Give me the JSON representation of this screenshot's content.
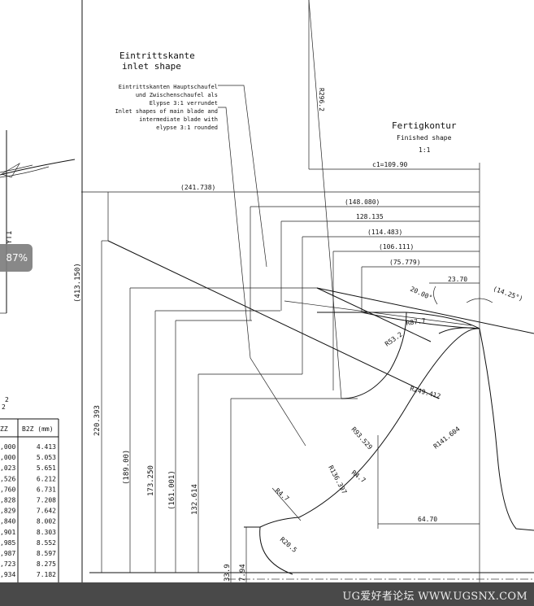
{
  "notes": {
    "inlet_title_de": "Eintrittskante",
    "inlet_title_en": "inlet shape",
    "inlet_desc": [
      "Eintrittskanten Hauptschaufel",
      "und Zwischenschaufel als",
      "Elypse 3:1 verrundet",
      "Inlet shapes of main blade and",
      "intermediate blade with",
      "elypse 3:1 rounded"
    ],
    "finish_title_de": "Fertigkontur",
    "finish_title_en": "Finished shape",
    "scale": "1:1"
  },
  "dimensions": {
    "r296": "R296.2",
    "c1": "c1=109.90",
    "d241": "(241.738)",
    "d148": "(148.080)",
    "d128": "128.135",
    "d114": "(114.483)",
    "d106": "(106.111)",
    "d75": "(75.779)",
    "d23": "23.70",
    "a20": "20.00°",
    "a14": "(14.25°)",
    "r87": "R87.7",
    "r53": "R53.2",
    "r249": "R249.412",
    "r93": "R93.529",
    "r136": "R136.397",
    "r141": "R141.604",
    "r4a": "R4.7",
    "r4b": "R4.7",
    "r20": "R20.5",
    "d64": "64.70",
    "v413": "(413.150)",
    "v220": "220.393",
    "v189": "(189.00)",
    "v173": "173.250",
    "v161": "(161.001)",
    "v132": "132.614",
    "v33": "33.9",
    "v7": "7.94"
  },
  "left_partial": {
    "label_y": "YT1",
    "eq_frag_1": "2",
    "eq_frag_2": "2"
  },
  "table": {
    "headers": [
      "ZZ",
      "B2Z (mm)"
    ],
    "rows": [
      [
        ",000",
        "4.413"
      ],
      [
        ",000",
        "5.053"
      ],
      [
        ",023",
        "5.651"
      ],
      [
        ",526",
        "6.212"
      ],
      [
        ",760",
        "6.731"
      ],
      [
        ",828",
        "7.208"
      ],
      [
        ",829",
        "7.642"
      ],
      [
        ",840",
        "8.002"
      ],
      [
        ",901",
        "8.303"
      ],
      [
        ",985",
        "8.552"
      ],
      [
        ",987",
        "8.597"
      ],
      [
        ",723",
        "8.275"
      ],
      [
        ",934",
        "7.182"
      ]
    ]
  },
  "overlay": {
    "zoom": "87%"
  },
  "watermark": "UG爱好者论坛 WWW.UGSNX.COM"
}
